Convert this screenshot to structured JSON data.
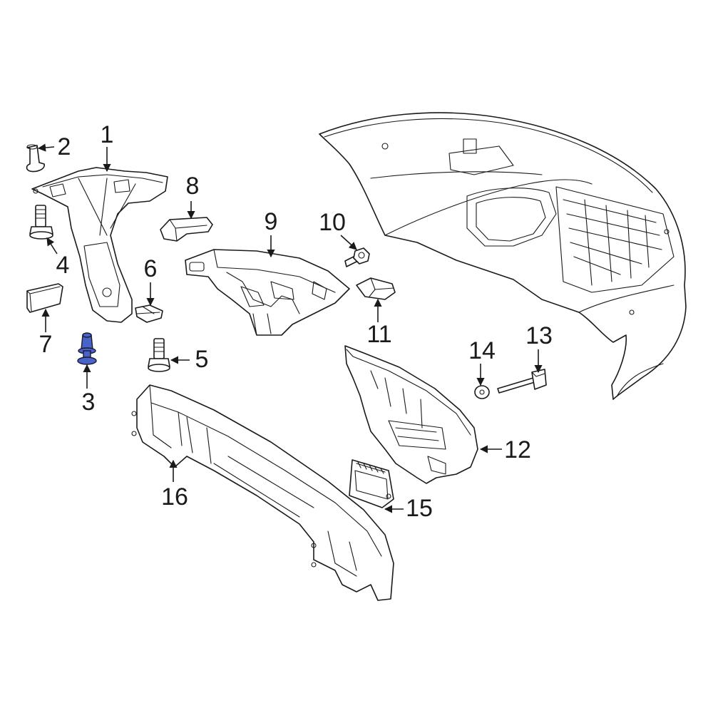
{
  "callouts": [
    {
      "id": "1",
      "label": "1"
    },
    {
      "id": "2",
      "label": "2"
    },
    {
      "id": "3",
      "label": "3"
    },
    {
      "id": "4",
      "label": "4"
    },
    {
      "id": "5",
      "label": "5"
    },
    {
      "id": "6",
      "label": "6"
    },
    {
      "id": "7",
      "label": "7"
    },
    {
      "id": "8",
      "label": "8"
    },
    {
      "id": "9",
      "label": "9"
    },
    {
      "id": "10",
      "label": "10"
    },
    {
      "id": "11",
      "label": "11"
    },
    {
      "id": "12",
      "label": "12"
    },
    {
      "id": "13",
      "label": "13"
    },
    {
      "id": "14",
      "label": "14"
    },
    {
      "id": "15",
      "label": "15"
    },
    {
      "id": "16",
      "label": "16"
    }
  ],
  "highlighted_part": "3",
  "colors": {
    "line": "#1a1a1a",
    "background": "#ffffff",
    "highlight": "#4a63c8"
  }
}
